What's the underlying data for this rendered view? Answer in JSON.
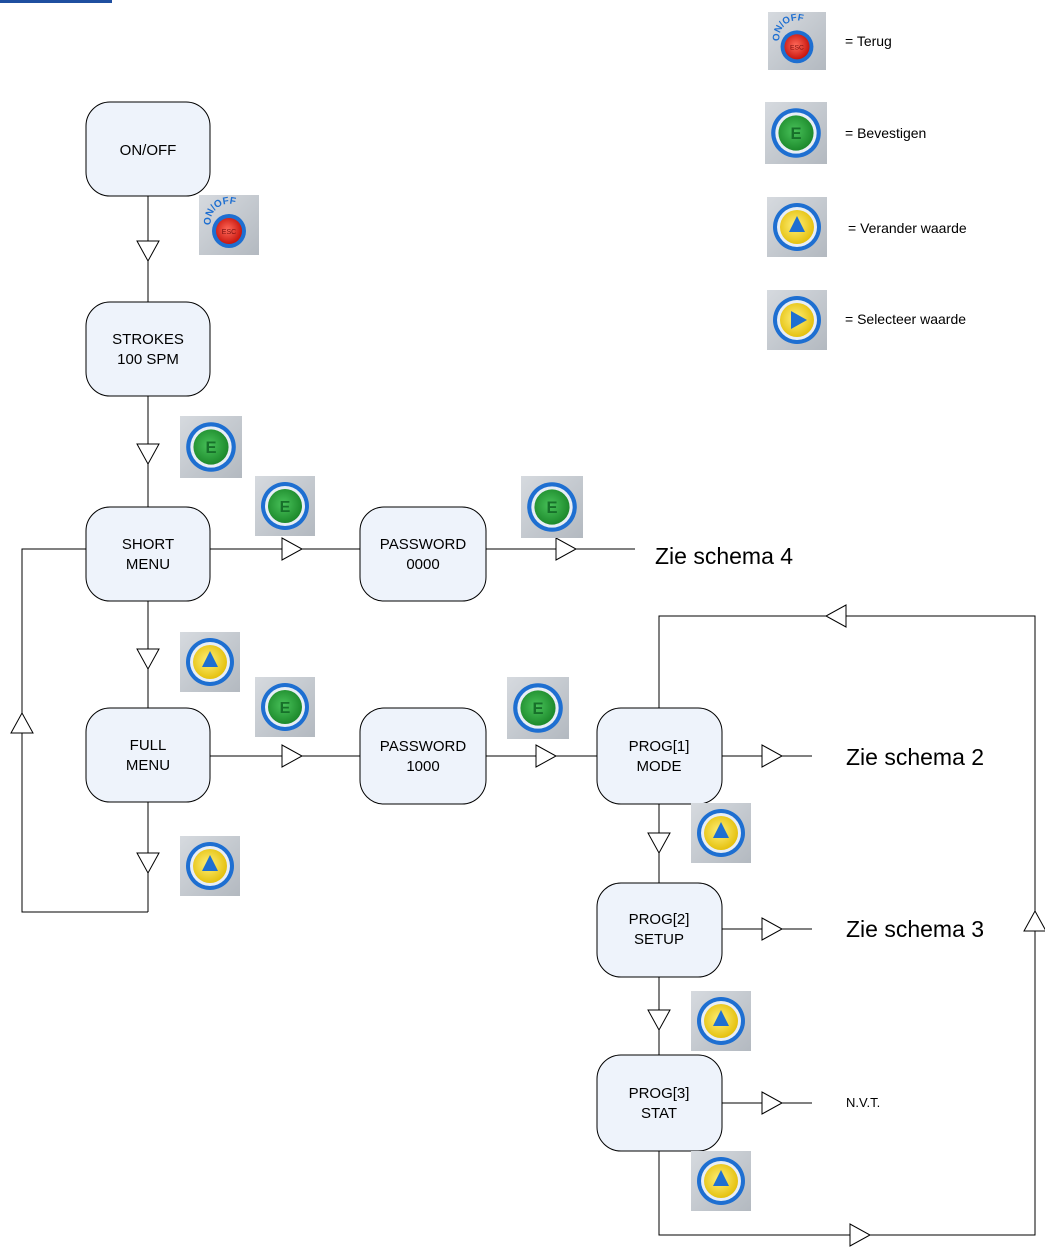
{
  "nodes": {
    "onoff": {
      "line1": "ON/OFF",
      "line2": ""
    },
    "strokes": {
      "line1": "STROKES",
      "line2": "100 SPM"
    },
    "short": {
      "line1": "SHORT",
      "line2": "MENU"
    },
    "full": {
      "line1": "FULL",
      "line2": "MENU"
    },
    "pw_short": {
      "line1": "PASSWORD",
      "line2": "0000"
    },
    "pw_full": {
      "line1": "PASSWORD",
      "line2": "1000"
    },
    "prog1": {
      "line1": "PROG[1]",
      "line2": "MODE"
    },
    "prog2": {
      "line1": "PROG[2]",
      "line2": "SETUP"
    },
    "prog3": {
      "line1": "PROG[3]",
      "line2": "STAT"
    }
  },
  "outputs": {
    "schema4": "Zie schema 4",
    "schema2": "Zie schema 2",
    "schema3": "Zie schema 3",
    "nvt": "N.V.T."
  },
  "legend": {
    "back": "= Terug",
    "confirm": "= Bevestigen",
    "change": "= Verander waarde",
    "select": "= Selecteer waarde"
  },
  "button_icons": {
    "onoff": {
      "label": "ON/OFF",
      "sub": "ESC",
      "color": "#e8261c"
    },
    "enter": {
      "label": "E",
      "color": "#2ca23a"
    },
    "up": {
      "color": "#f2d21a"
    },
    "right": {
      "color": "#f2d21a"
    }
  },
  "colors": {
    "line": "#000000",
    "box_fill": "#eef3fb",
    "ring_blue": "#1e6fd1",
    "icon_bg": "#c7cdd3"
  }
}
